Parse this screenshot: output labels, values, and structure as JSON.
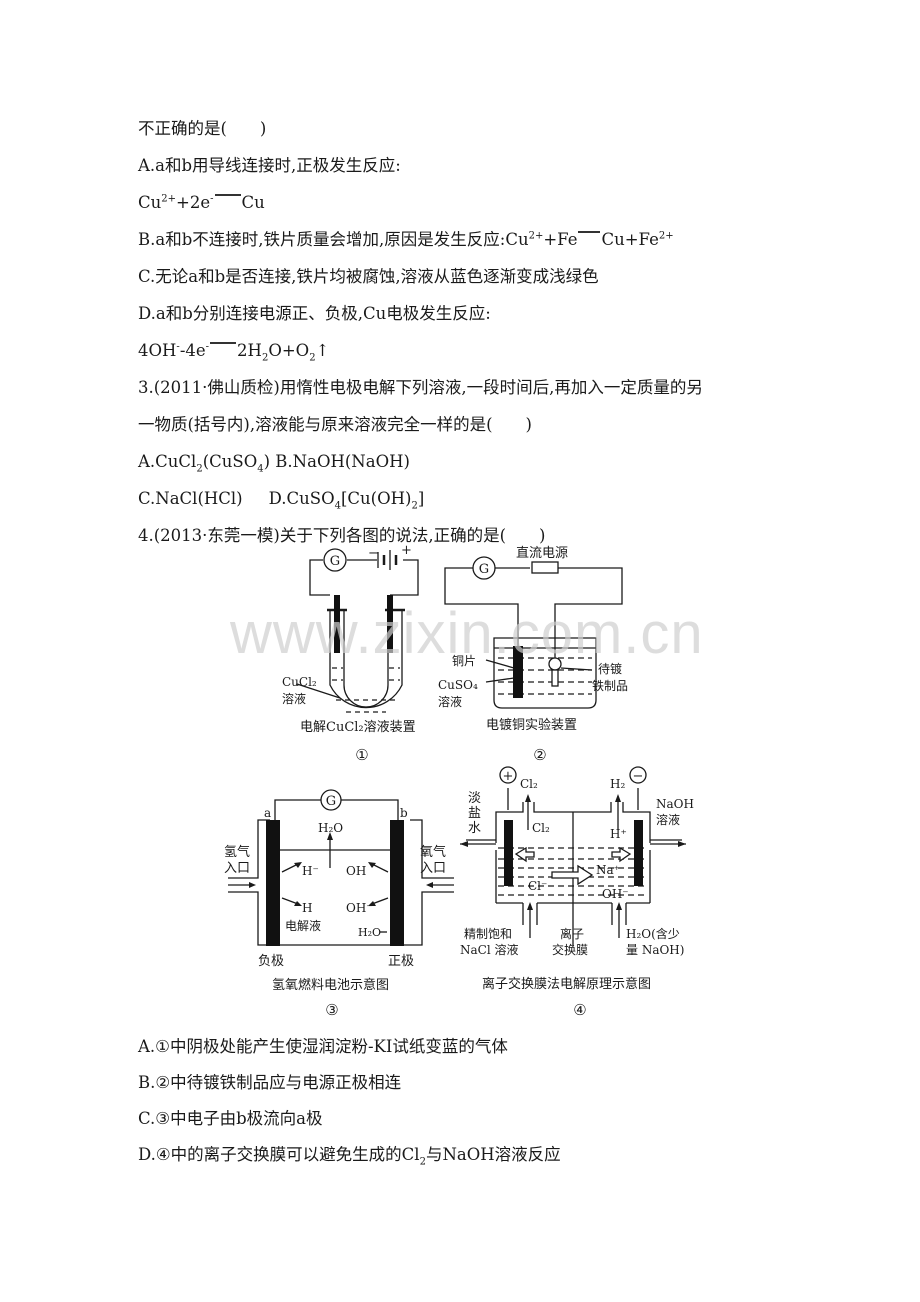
{
  "q2_tail": {
    "stem_end": "不正确的是(　　)",
    "option_a": "A.a和b用导线连接时,正极发生反应:",
    "option_a_eq": {
      "lhs_1": "Cu",
      "lhs_1_sup": "2+",
      "lhs_2": "+2e",
      "lhs_2_sup": "-",
      "rhs": "Cu"
    },
    "option_b": "B.a和b不连接时,铁片质量会增加,原因是发生反应:",
    "option_b_eq": {
      "lhs_1": "Cu",
      "lhs_1_sup": "2+",
      "lhs_2": "+Fe",
      "rhs_1": "Cu+Fe",
      "rhs_1_sup": "2+"
    },
    "option_c": "C.无论a和b是否连接,铁片均被腐蚀,溶液从蓝色逐渐变成浅绿色",
    "option_d": "D.a和b分别连接电源正、负极,Cu电极发生反应:",
    "option_d_eq": {
      "lhs_1": "4OH",
      "lhs_1_sup": "-",
      "lhs_2": "-4e",
      "lhs_2_sup": "-",
      "rhs_1": "2H",
      "rhs_1_sub": "2",
      "rhs_2": "O+O",
      "rhs_2_sub": "2",
      "rhs_3": "↑"
    }
  },
  "q3": {
    "stem_line1": "3.(2011·佛山质检)用惰性电极电解下列溶液,一段时间后,再加入一定质量的另",
    "stem_line2": "一物质(括号内),溶液能与原来溶液完全一样的是(　　)",
    "options": {
      "a": {
        "prefix": "A.CuCl",
        "sub1": "2",
        "mid": "(CuSO",
        "sub2": "4",
        "end": ")"
      },
      "b": "B.NaOH(NaOH)",
      "c": "C.NaCl(HCl)",
      "d": {
        "prefix": "D.CuSO",
        "sub1": "4",
        "mid": "[Cu(OH)",
        "sub2": "2",
        "end": "]"
      }
    }
  },
  "q4": {
    "stem": "4.(2013·东莞一模)关于下列各图的说法,正确的是(　　)",
    "figures": {
      "fig1": {
        "galvanometer": "G",
        "battery_minus": "−",
        "battery_plus": "+",
        "solution_label_1": "CuCl₂",
        "solution_label_2": "溶液",
        "caption": "电解CuCl₂溶液装置",
        "number": "①"
      },
      "fig2": {
        "power_label": "直流电源",
        "galvanometer": "G",
        "copper_label": "铜片",
        "solution_label_1": "CuSO₄",
        "solution_label_2": "溶液",
        "object_label_1": "待镀",
        "object_label_2": "铁制品",
        "caption": "电镀铜实验装置",
        "number": "②"
      },
      "fig3": {
        "galvanometer": "G",
        "electrode_a": "a",
        "electrode_b": "b",
        "h2_inlet_1": "氢气",
        "h2_inlet_2": "入口",
        "o2_inlet_1": "氧气",
        "o2_inlet_2": "入口",
        "water_top": "H₂O",
        "ion_h_minus": "H⁻",
        "ion_oh": "OH",
        "ion_h": "H",
        "ion_oh_minus": "OH⁻",
        "electrolyte": "电解液",
        "water_bottom": "H₂O",
        "negative": "负极",
        "positive": "正极",
        "caption": "氢氧燃料电池示意图",
        "number": "③"
      },
      "fig4": {
        "plus": "+",
        "minus": "−",
        "cl2_out": "Cl₂",
        "h2_out": "H₂",
        "cl2_inner": "Cl₂",
        "h_plus": "H⁺",
        "na_plus": "Na⁺",
        "cl_minus": "Cl⁻",
        "oh_minus": "OH⁻",
        "dilute_brine_1": "淡",
        "dilute_brine_2": "盐",
        "dilute_brine_3": "水",
        "naoh_sol_1": "NaOH",
        "naoh_sol_2": "溶液",
        "inlet_left_1": "精制饱和",
        "inlet_left_2": "NaCl 溶液",
        "membrane_1": "离子",
        "membrane_2": "交换膜",
        "inlet_right_1": "H₂O(含少",
        "inlet_right_2": "量 NaOH)",
        "caption": "离子交换膜法电解原理示意图",
        "number": "④"
      }
    },
    "options": {
      "a": "A.①中阴极处能产生使湿润淀粉-KI试纸变蓝的气体",
      "b": "B.②中待镀铁制品应与电源正极相连",
      "c": "C.③中电子由b极流向a极",
      "d_prefix": "D.④中的离子交换膜可以避免生成的Cl",
      "d_sub": "2",
      "d_suffix": "与NaOH溶液反应"
    }
  },
  "watermark": "www.zixin.com.cn"
}
